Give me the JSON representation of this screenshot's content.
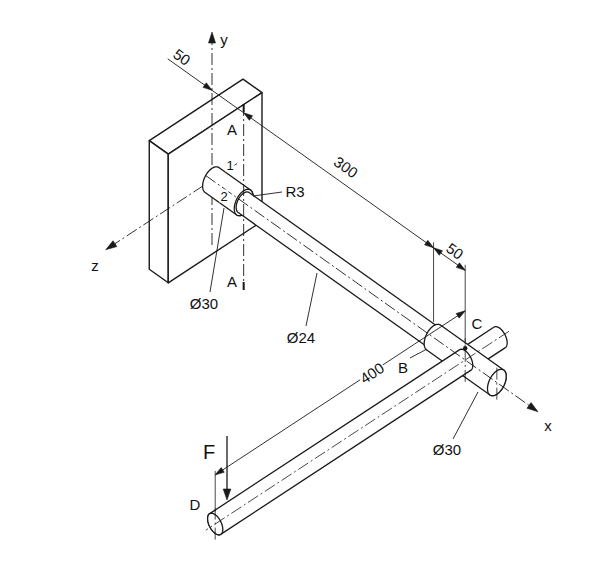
{
  "diagram": {
    "labels": [
      "50",
      "y",
      "A",
      "300",
      "1",
      "R3",
      "2",
      "50",
      "z",
      "Ø30",
      "A",
      "Ø24",
      "C",
      "400",
      "B",
      "Ø30",
      "x",
      "F",
      "D"
    ]
  }
}
